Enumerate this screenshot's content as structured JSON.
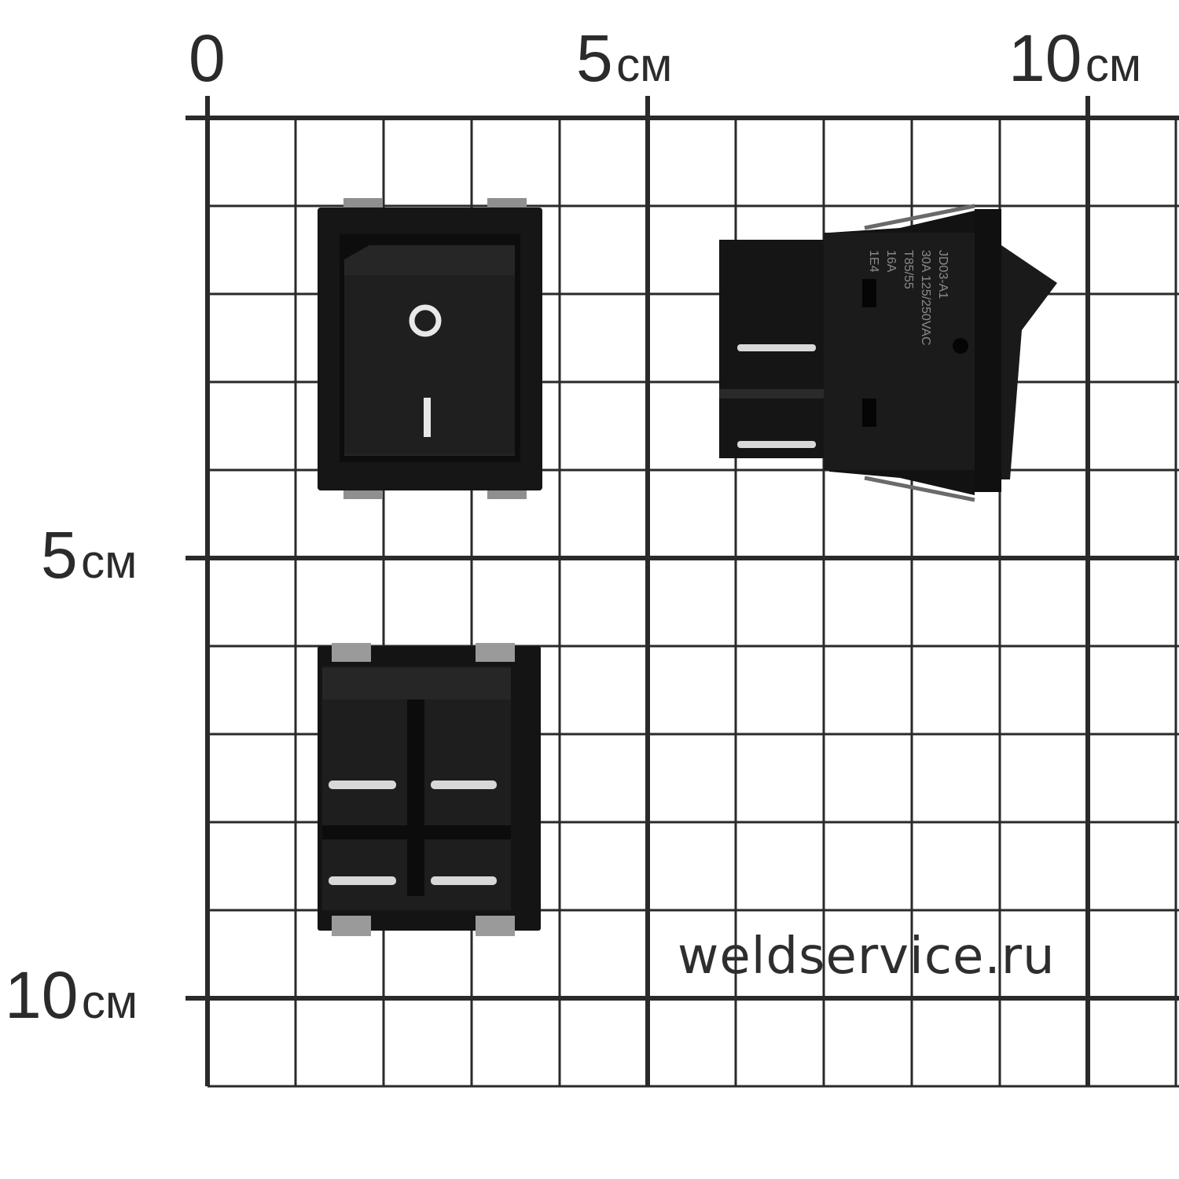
{
  "scale": {
    "top_labels": [
      {
        "num": "0",
        "unit": ""
      },
      {
        "num": "5",
        "unit": "см"
      },
      {
        "num": "10",
        "unit": "см"
      }
    ],
    "left_labels": [
      {
        "num": "5",
        "unit": "см"
      },
      {
        "num": "10",
        "unit": "см"
      }
    ]
  },
  "switch_front": {
    "mark_off": "O",
    "mark_on": "I"
  },
  "switch_side": {
    "print_lines": [
      "JD03-A1",
      "30A 125/250VAC",
      "T85/55",
      "16A",
      "1E4"
    ]
  },
  "watermark": "weldservice.ru",
  "colors": {
    "grid": "#2a2a2a",
    "body": "#161616",
    "clip": "#9a9a9a",
    "pin": "#d8d8d8"
  }
}
